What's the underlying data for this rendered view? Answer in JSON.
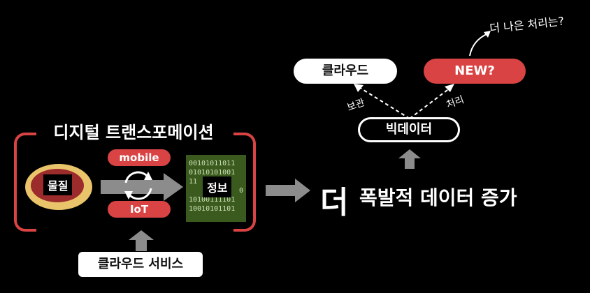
{
  "left_panel": {
    "title": "디지털 트랜스포메이션",
    "material_label": "물질",
    "mobile_label": "mobile",
    "iot_label": "IoT",
    "info_label": "정보",
    "binary_lines": [
      "00101011011",
      "01010101001",
      "11",
      "0",
      "10100111101",
      "10010101101"
    ],
    "cloud_service_label": "클라우드 서비스"
  },
  "center": {
    "big_char": "더",
    "headline_rest": "폭발적 데이터 증가"
  },
  "right_panel": {
    "cloud_label": "클라우드",
    "new_label": "NEW?",
    "storage_label": "보관",
    "process_label": "처리",
    "bigdata_label": "빅데이터",
    "better_process_label": "더 나은 처리는?"
  },
  "colors": {
    "accent_red": "#d94343",
    "matrix_green": "#3a5a1e",
    "arrow_gray": "#8c8c8c"
  }
}
